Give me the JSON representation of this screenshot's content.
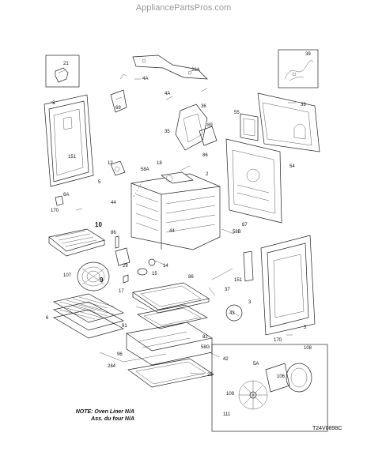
{
  "watermark": "AppliancePartsPros.com",
  "note": {
    "line1": "NOTE: Oven Liner N/A",
    "line2": "Ass. du four N/A"
  },
  "diagram_code": "T24V0898C",
  "part_labels": [
    "21",
    "3",
    "4A",
    "69",
    "26A",
    "39",
    "4A",
    "36",
    "33",
    "89",
    "55",
    "35",
    "86",
    "151",
    "18",
    "2",
    "12",
    "6A",
    "44",
    "58A",
    "54",
    "5",
    "170",
    "44",
    "87",
    "10",
    "86",
    "58B",
    "29",
    "14",
    "15",
    "107",
    "9",
    "86",
    "151",
    "17",
    "37",
    "3",
    "43",
    "6",
    "91",
    "82",
    "58G",
    "5",
    "170",
    "108",
    "96",
    "284",
    "42",
    "25",
    "5A",
    "106",
    "109",
    "111"
  ]
}
